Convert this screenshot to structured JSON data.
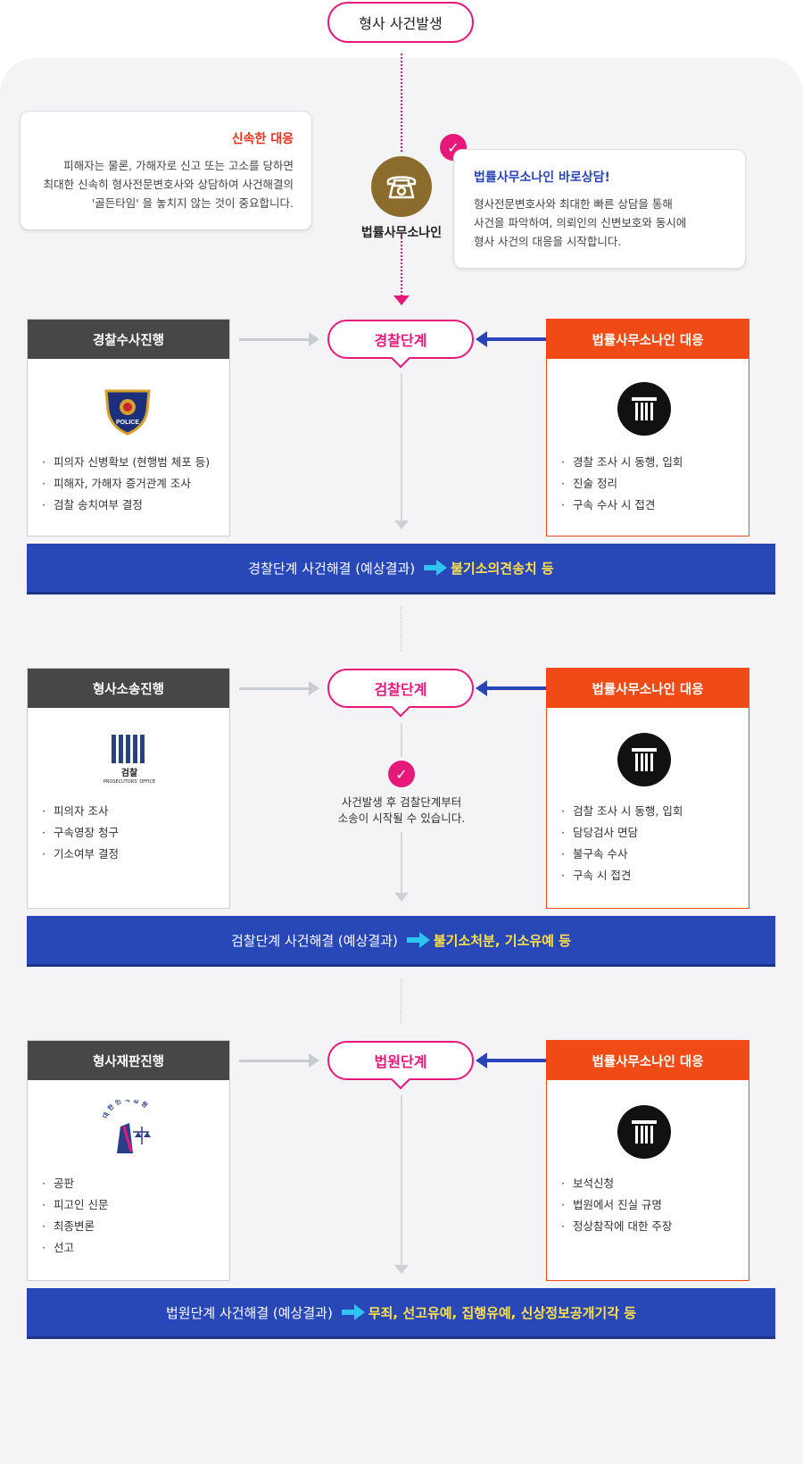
{
  "top": {
    "start_label": "형사 사건발생",
    "firm_name": "법률사무소나인"
  },
  "left_bubble": {
    "title": "신속한 대응",
    "lines": [
      "피해자는 물론, 가해자로 신고 또는 고소를 당하면",
      "최대한 신속히 형사전문변호사와 상담하여 사건해결의",
      "'골든타임' 을 놓치지 않는 것이 중요합니다."
    ]
  },
  "right_bubble": {
    "title": "법률사무소나인 바로상담!",
    "lines": [
      "형사전문변호사와 최대한 빠른 상담을 통해",
      "사건을 파악하여, 의뢰인의 신변보호와 동시에",
      "형사 사건의 대응을 시작합니다."
    ]
  },
  "stages": [
    {
      "stage_label": "경찰단계",
      "left": {
        "title": "경찰수사진행",
        "logo_text": "POLICE",
        "items": [
          "피의자 신병확보 (현행범 체포 등)",
          "피해자, 가해자 증거관계 조사",
          "검찰 송치여부 결정"
        ]
      },
      "right": {
        "title": "법률사무소나인 대응",
        "items": [
          "경찰 조사 시 동행, 입회",
          "진술 정리",
          "구속 수사 시 접견"
        ]
      },
      "result": {
        "prefix": "경찰단계 사건해결 (예상결과)",
        "outcome": "불기소의견송치 등"
      }
    },
    {
      "stage_label": "검찰단계",
      "left": {
        "title": "형사소송진행",
        "logo_text": "검찰",
        "logo_sub": "PROSECUTORS' OFFICE",
        "items": [
          "피의자 조사",
          "구속영장 청구",
          "기소여부 결정"
        ]
      },
      "center_note": [
        "사건발생 후 검찰단계부터",
        "소송이 시작될 수 있습니다."
      ],
      "right": {
        "title": "법률사무소나인 대응",
        "items": [
          "검찰 조사 시 동행, 입회",
          "담당검사 면담",
          "불구속 수사",
          "구속 시 접견"
        ]
      },
      "result": {
        "prefix": "검찰단계 사건해결 (예상결과)",
        "outcome": "불기소처분, 기소유예 등"
      }
    },
    {
      "stage_label": "법원단계",
      "left": {
        "title": "형사재판진행",
        "logo_text": "대한민국법원",
        "items": [
          "공판",
          "피고인 신문",
          "최종변론",
          "선고"
        ]
      },
      "right": {
        "title": "법률사무소나인 대응",
        "items": [
          "보석신청",
          "법원에서 진실 규명",
          "정상참작에 대한 주장"
        ]
      },
      "result": {
        "prefix": "법원단계 사건해결 (예상결과)",
        "outcome": "무죄, 선고유예, 집행유예, 신상정보공개기각 등"
      }
    }
  ],
  "colors": {
    "accent_pink": "#e6197a",
    "firm_red": "#f04a16",
    "result_blue": "#2948b8",
    "outcome_yellow": "#ffe04a",
    "phone_gold": "#8c6c2c"
  },
  "icons": {
    "phone": "phone-icon",
    "check": "check-icon",
    "pillar": "pillar-icon"
  }
}
